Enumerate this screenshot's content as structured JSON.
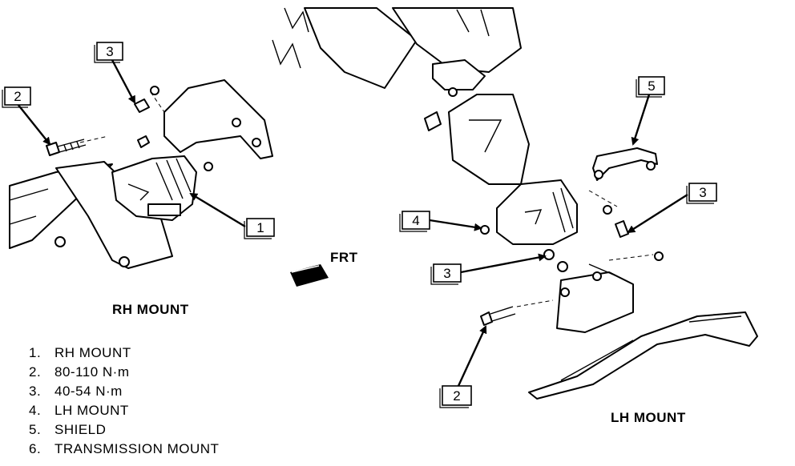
{
  "captions": {
    "rh": "RH MOUNT",
    "lh": "LH MOUNT",
    "frt": "FRT"
  },
  "callouts": [
    "3",
    "2",
    "1",
    "5",
    "3",
    "4",
    "3",
    "2"
  ],
  "legend": [
    {
      "num": "1.",
      "text": "RH MOUNT"
    },
    {
      "num": "2.",
      "text": "80-110 N·m"
    },
    {
      "num": "3.",
      "text": "40-54 N·m"
    },
    {
      "num": "4.",
      "text": "LH MOUNT"
    },
    {
      "num": "5.",
      "text": "SHIELD"
    },
    {
      "num": "6.",
      "text": "TRANSMISSION MOUNT"
    }
  ]
}
